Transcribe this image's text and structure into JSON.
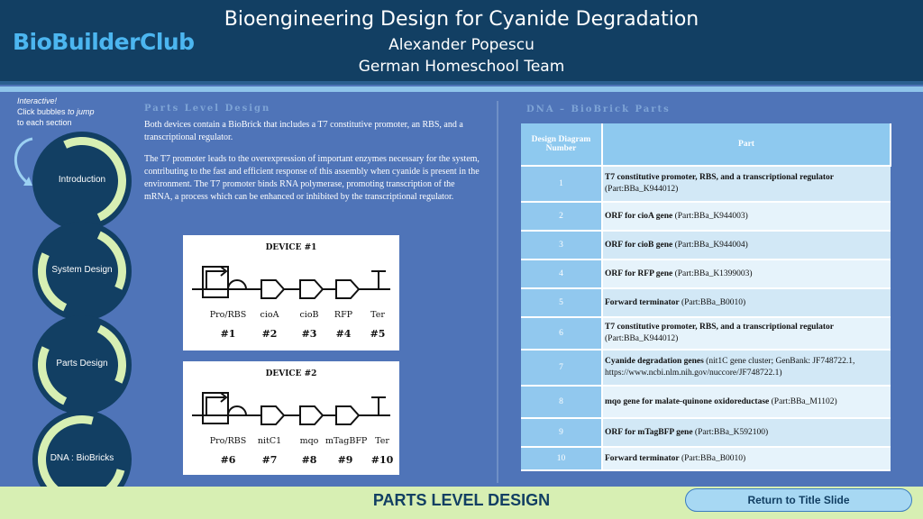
{
  "header": {
    "logo": "BioBuilderClub",
    "title": "Bioengineering Design for Cyanide Degradation",
    "author": "Alexander Popescu",
    "team": "German Homeschool Team"
  },
  "nav": {
    "hint_line1": "Interactive!",
    "hint_line2a": "Click bubbles ",
    "hint_line2b": "to jump",
    "hint_line3": "to each section",
    "bubbles": [
      "Introduction",
      "System Design",
      "Parts Design",
      "DNA : BioBricks"
    ]
  },
  "parts": {
    "heading": "Parts Level Design",
    "p1": "Both devices contain a BioBrick that includes a T7 constitutive promoter, an RBS, and a transcriptional regulator.",
    "p2": "The T7 promoter leads to the overexpression of important enzymes necessary for the system, contributing to the fast and efficient response of this assembly when cyanide is present in the environment. The T7 promoter binds RNA polymerase, promoting transcription of the mRNA, a process which can be enhanced or inhibited by the transcriptional regulator."
  },
  "device1": {
    "title": "DEVICE #1",
    "labels": [
      "Pro/RBS",
      "cioA",
      "cioB",
      "RFP",
      "Ter"
    ],
    "numbers": [
      "#1",
      "#2",
      "#3",
      "#4",
      "#5"
    ]
  },
  "device2": {
    "title": "DEVICE #2",
    "labels": [
      "Pro/RBS",
      "nitC1",
      "mqo",
      "mTagBFP",
      "Ter"
    ],
    "numbers": [
      "#6",
      "#7",
      "#8",
      "#9",
      "#10"
    ]
  },
  "dna": {
    "heading": "DNA – BioBrick Parts",
    "col1": "Design Diagram Number",
    "col2": "Part",
    "rows": [
      {
        "n": "1",
        "bold": "T7 constitutive promoter, RBS, and a transcriptional regulator",
        "rest": "(Part:BBa_K944012)"
      },
      {
        "n": "2",
        "bold": "ORF for cioA gene",
        "rest": "(Part:BBa_K944003)"
      },
      {
        "n": "3",
        "bold": "ORF for cioB gene",
        "rest": "(Part:BBa_K944004)"
      },
      {
        "n": "4",
        "bold": "ORF for RFP gene",
        "rest": "(Part:BBa_K1399003)"
      },
      {
        "n": "5",
        "bold": "Forward terminator",
        "rest": "(Part:BBa_B0010)"
      },
      {
        "n": "6",
        "bold": "T7 constitutive promoter, RBS, and a transcriptional regulator",
        "rest": "(Part:BBa_K944012)"
      },
      {
        "n": "7",
        "bold": "Cyanide degradation genes",
        "rest": "(nit1C gene cluster; GenBank: JF748722.1, https://www.ncbi.nlm.nih.gov/nuccore/JF748722.1)"
      },
      {
        "n": "8",
        "bold": "mqo gene for malate-quinone oxidoreductase",
        "rest": "(Part:BBa_M1102)"
      },
      {
        "n": "9",
        "bold": "ORF for mTagBFP gene",
        "rest": "(Part:BBa_K592100)"
      },
      {
        "n": "10",
        "bold": "Forward terminator",
        "rest": "(Part:BBa_B0010)"
      }
    ]
  },
  "footer": {
    "title": "PARTS LEVEL DESIGN",
    "return_label": "Return to Title Slide"
  },
  "colors": {
    "background": "#4f74b8",
    "header": "#123f63",
    "accent_green": "#d7efb3",
    "logo_blue": "#4cb6f0"
  }
}
